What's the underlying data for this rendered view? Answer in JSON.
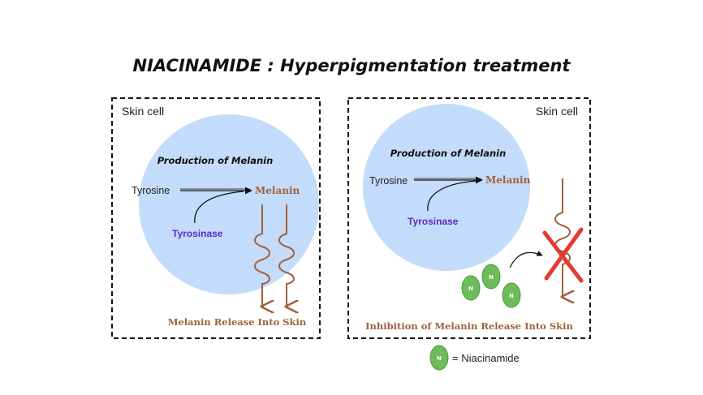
{
  "title": "NIACINAMIDE : Hyperpigmentation treatment",
  "left_panel": {
    "cell_label": "Skin cell",
    "heading": "Production of Melanin",
    "substrate": "Tyrosine",
    "product": "Melanin",
    "enzyme": "Tyrosinase",
    "caption": "Melanin Release Into Skin"
  },
  "right_panel": {
    "cell_label": "Skin cell",
    "heading": "Production of Melanin",
    "substrate": "Tyrosine",
    "product": "Melanin",
    "enzyme": "Tyrosinase",
    "caption": "Inhibition of Melanin Release Into Skin",
    "molecule_letter": "N"
  },
  "legend": {
    "symbol_letter": "N",
    "label": "= Niacinamide"
  },
  "colors": {
    "cell_fill": "#c3dcfb",
    "melanin_brown": "#a0613c",
    "niacinamide_green": "#6dbb5a",
    "inhibition_red": "#e23b34",
    "enzyme_purple": "#5b2bc4"
  }
}
